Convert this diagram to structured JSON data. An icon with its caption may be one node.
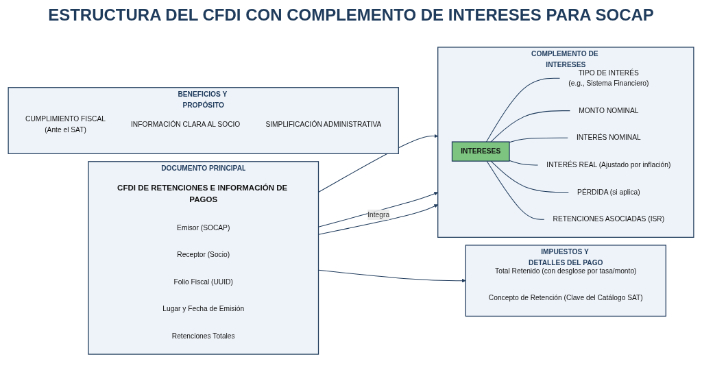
{
  "diagram": {
    "title": "ESTRUCTURA DEL CFDI CON COMPLEMENTO DE INTERESES PARA SOCAP",
    "nodes": [
      {
        "text": [
          "DOCUMENTO PRINCIPAL"
        ]
      },
      {
        "text": [
          "CFDI DE RETENCIONES E INFORMACIÓN DE PAGOS"
        ],
        "in": 0
      },
      {
        "text": [
          "Emisor (SOCAP)"
        ],
        "in": 0
      },
      {
        "text": [
          "Receptor (Socio)"
        ],
        "in": 0
      },
      {
        "text": [
          "Folio Fiscal (UUID)"
        ],
        "in": 0
      },
      {
        "text": [
          "Lugar y Fecha de Emisión"
        ],
        "in": 0
      },
      {
        "text": [
          "Retenciones Totales"
        ],
        "in": 0
      },
      {
        "text": [
          "COMPLEMENTO DE INTERESES"
        ]
      },
      {
        "text": [
          "INTERESES"
        ],
        "in": 7
      },
      {
        "text": [
          "TIPO DE INTERÉS",
          "(e.g., Sistema Financiero)"
        ],
        "in": 7
      },
      {
        "text": [
          "MONTO NOMINAL"
        ],
        "in": 7
      },
      {
        "text": [
          "INTERÉS NOMINAL"
        ],
        "in": 7
      },
      {
        "text": [
          "INTERÉS REAL (Ajustado por inflación)"
        ],
        "in": 7
      },
      {
        "text": [
          "PÉRDIDA (si aplica)"
        ],
        "in": 7
      },
      {
        "text": [
          "RETENCIONES ASOCIADAS (ISR)"
        ],
        "in": 7
      },
      {
        "text": [
          "IMPUESTOS Y DETALLES DEL PAGO"
        ]
      },
      {
        "text": [
          "Total Retenido (con desglose por tasa/monto)"
        ],
        "in": 15
      },
      {
        "text": [
          "Concepto de Retención (Clave del Catálogo SAT)"
        ],
        "in": 15
      },
      {
        "text": [
          "BENEFICIOS Y PROPÓSITO"
        ]
      },
      {
        "text": [
          "CUMPLIMIENTO FISCAL",
          "(Ante el SAT)"
        ],
        "in": 18
      },
      {
        "text": [
          "INFORMACIÓN CLARA AL SOCIO"
        ],
        "in": 18
      },
      {
        "text": [
          "SIMPLIFICACIÓN ADMINISTRATIVA"
        ],
        "in": 18
      }
    ],
    "edges": [
      {
        "from": 0,
        "to": 7,
        "arrow": "to"
      },
      {
        "from": 0,
        "to": 7,
        "arrow": "to",
        "label": "Integra"
      },
      {
        "from": 0,
        "to": 7,
        "arrow": "to"
      },
      {
        "from": 0,
        "to": 15,
        "arrow": "to"
      },
      {
        "from": 8,
        "to": 9,
        "arrow": "none"
      },
      {
        "from": 8,
        "to": 10,
        "arrow": "none"
      },
      {
        "from": 8,
        "to": 11,
        "arrow": "none"
      },
      {
        "from": 8,
        "to": 12,
        "arrow": "none"
      },
      {
        "from": 8,
        "to": 13,
        "arrow": "none"
      },
      {
        "from": 8,
        "to": 14,
        "arrow": "none"
      }
    ]
  }
}
